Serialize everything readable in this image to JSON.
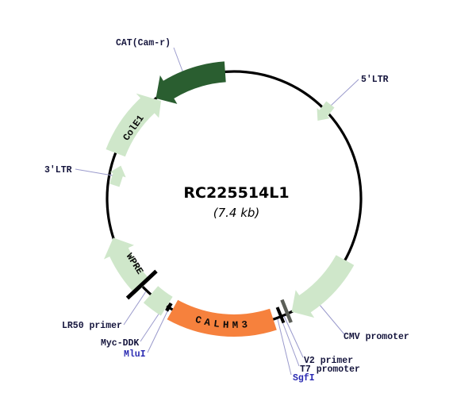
{
  "plasmid": {
    "name": "RC225514L1",
    "size_label": "(7.4 kb)"
  },
  "features": {
    "cat": {
      "label": "CAT(Cam-r)",
      "type": "marker"
    },
    "five_ltr": {
      "label": "5'LTR",
      "type": "feature"
    },
    "cmv": {
      "label": "CMV promoter",
      "type": "promoter"
    },
    "v2": {
      "label": "V2 primer",
      "type": "primer"
    },
    "t7": {
      "label": "T7 promoter",
      "type": "promoter"
    },
    "sgfi": {
      "label": "SgfI",
      "type": "restriction-site"
    },
    "calhm3": {
      "label": "CALHM3",
      "type": "orf"
    },
    "mlui": {
      "label": "MluI",
      "type": "restriction-site"
    },
    "myc_ddk": {
      "label": "Myc-DDK",
      "type": "tag"
    },
    "lr50": {
      "label": "LR50 primer",
      "type": "primer"
    },
    "wpre": {
      "label": "WPRE",
      "type": "feature"
    },
    "three_ltr": {
      "label": "3'LTR",
      "type": "feature"
    },
    "cole1": {
      "label": "ColE1",
      "type": "origin"
    }
  },
  "colors": {
    "backbone": "#000000",
    "marker_fill": "#2a5e30",
    "feature_fill": "#cfe7ca",
    "orf_fill": "#f6813d",
    "tick_black": "#000000",
    "tick_gray": "#5c5f58",
    "leader": "#9a9acc",
    "label_text": "#15153d",
    "enzyme_text": "#2a2ab2"
  }
}
